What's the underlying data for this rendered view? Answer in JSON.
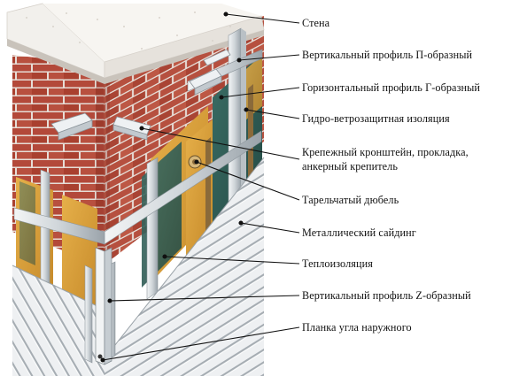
{
  "labels": [
    {
      "id": "wall",
      "text": "Стена"
    },
    {
      "id": "vertical-profile-p",
      "text": "Вертикальный профиль П-образный"
    },
    {
      "id": "horizontal-profile-g",
      "text": "Горизонтальный профиль Г-образный"
    },
    {
      "id": "hydro-wind-insulation",
      "text": "Гидро-ветрозащитная изоляция"
    },
    {
      "id": "bracket",
      "text": "Крепежный кронштейн, прокладка,",
      "text2": "анкерный крепитель"
    },
    {
      "id": "dowel",
      "text": "Тарельчатый дюбель"
    },
    {
      "id": "metal-siding",
      "text": "Металлический сайдинг"
    },
    {
      "id": "thermal-insulation",
      "text": "Теплоизоляция"
    },
    {
      "id": "vertical-profile-z",
      "text": "Вертикальный профиль Z-образный"
    },
    {
      "id": "outer-corner-strip",
      "text": "Планка угла наружного"
    }
  ],
  "colors": {
    "brick": "#b24a3a",
    "mortar": "#e9e3dc",
    "insulation": "#d9a23a",
    "membrane": "#2f5f57",
    "metal": "#d7dcdf",
    "siding": "#e8ebee"
  }
}
